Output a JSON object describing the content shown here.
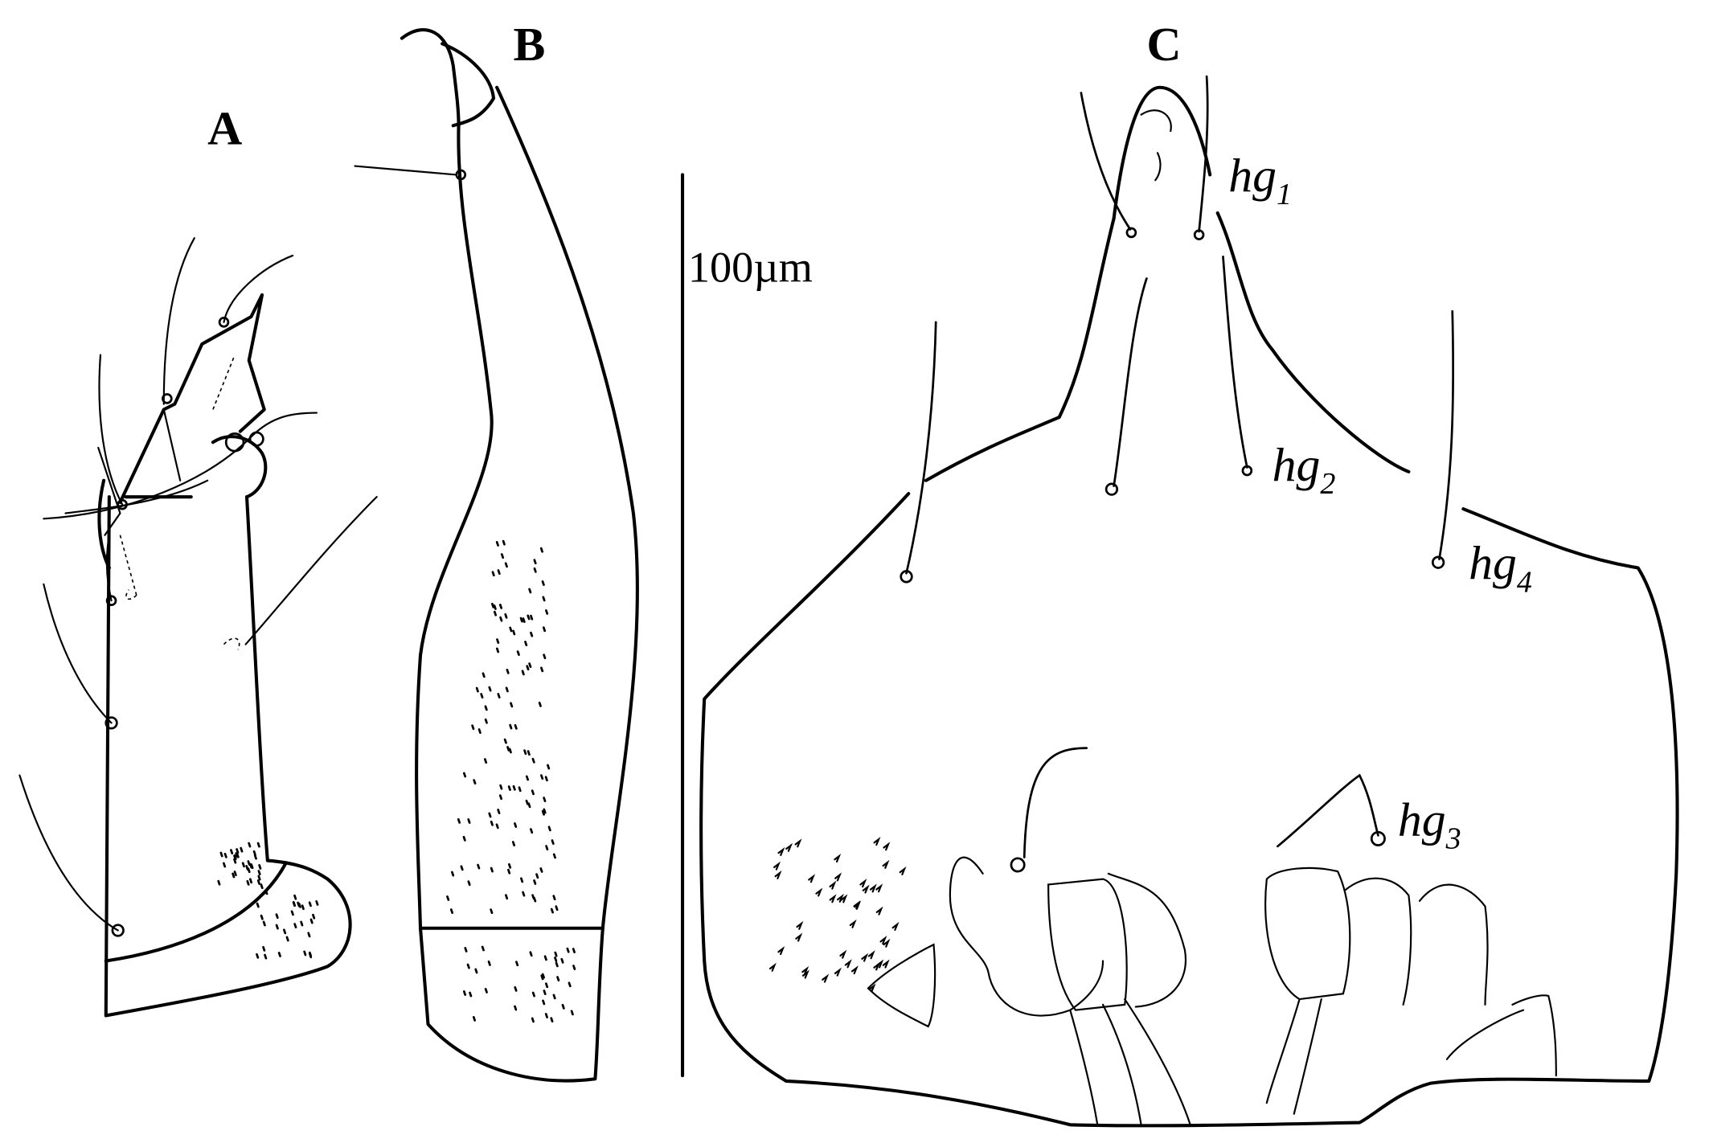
{
  "panels": {
    "a": {
      "label": "A"
    },
    "b": {
      "label": "B"
    },
    "c": {
      "label": "C"
    }
  },
  "scale_bar": {
    "label": "100µm"
  },
  "setae_labels": [
    {
      "base": "hg",
      "sub": "1"
    },
    {
      "base": "hg",
      "sub": "2"
    },
    {
      "base": "hg",
      "sub": "3"
    },
    {
      "base": "hg",
      "sub": "4"
    }
  ],
  "colors": {
    "ink": "#000000",
    "background": "#ffffff"
  }
}
